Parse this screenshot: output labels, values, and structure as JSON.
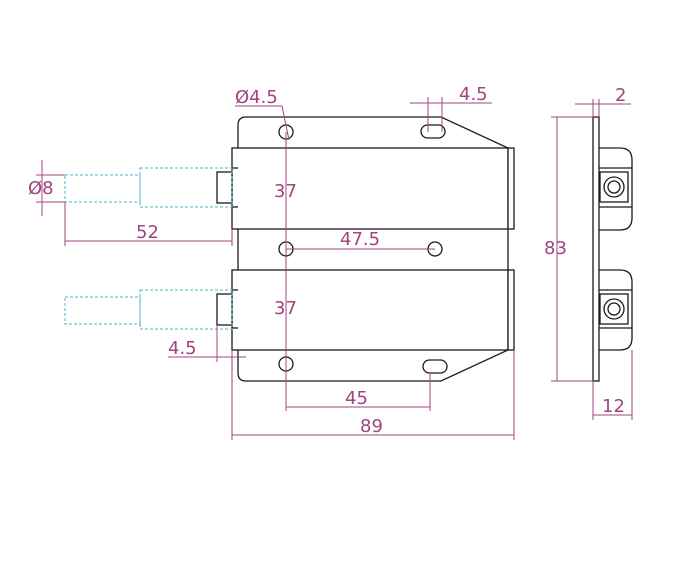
{
  "dimensions": {
    "hole_diameter": "Ø4.5",
    "slot_width": "4.5",
    "plunger_diameter": "Ø8",
    "plunger_travel": "52",
    "upper_hole_spacing": "37",
    "lower_hole_spacing": "37",
    "middle_hole_spacing": "47.5",
    "bolt_offset": "4.5",
    "bottom_hole_spacing": "45",
    "overall_length": "89",
    "plate_thickness": "2",
    "overall_height": "83",
    "overall_depth": "12"
  }
}
